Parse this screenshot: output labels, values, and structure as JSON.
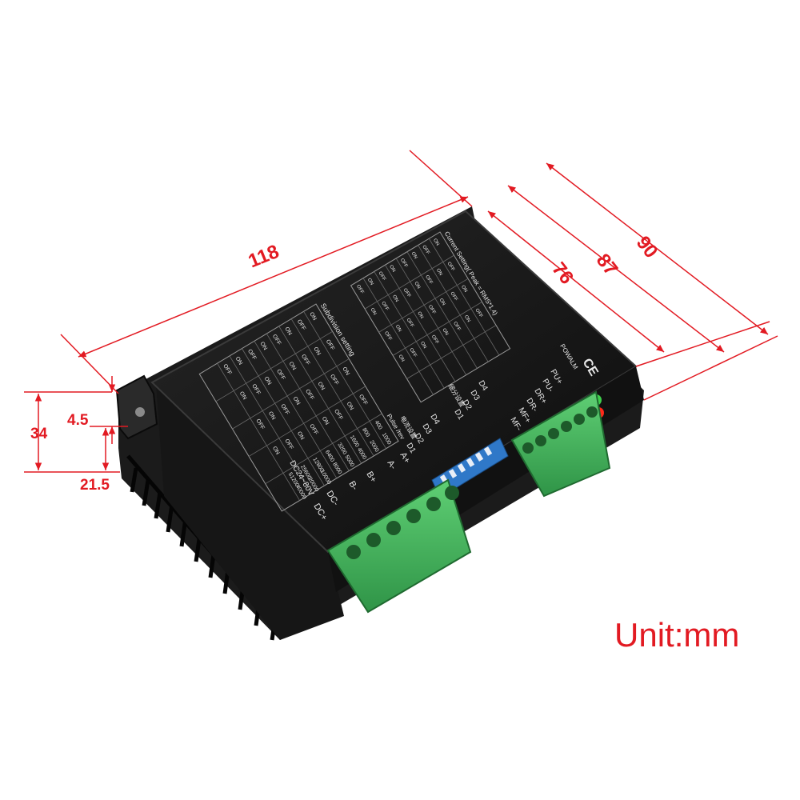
{
  "dimensions": {
    "length": "118",
    "width_outer": "90",
    "width_mid": "87",
    "width_inner": "76",
    "height_total": "34",
    "flange_thickness": "4.5",
    "body_height": "21.5"
  },
  "unit_label": "Unit:mm",
  "colors": {
    "dimension": "#e21a22",
    "housing": "#151515",
    "terminal": "#3fb35a",
    "dip_switch": "#2f78c8"
  },
  "board": {
    "current_header": "Current  Setting( Peak = RMS*1.4)",
    "subdivision_header": "Subdivision setting",
    "pulse_header": "Pulse /rev",
    "ce_mark": "CE",
    "power_alarm": "POWALM",
    "signal_labels": [
      "PU+",
      "PU-",
      "DR+",
      "DR-",
      "MF+",
      "MF-"
    ],
    "dip_group_a": [
      "D4",
      "D3",
      "D2",
      "D1"
    ],
    "dip_group_b": [
      "D4",
      "D3",
      "D2",
      "D1"
    ],
    "dip_caption_a": "细分设置",
    "dip_caption_b": "电流设置",
    "power_labels": [
      "A+",
      "A-",
      "B+",
      "B-",
      "DC-",
      "DC+"
    ],
    "voltage_label": "DC24~80V",
    "pulse_values": [
      "400",
      "800",
      "1600",
      "3200",
      "6400",
      "12800",
      "25600",
      "51200",
      "1000",
      "2000",
      "4000",
      "5000",
      "8000",
      "10000",
      "20000",
      "40000"
    ],
    "switch_states": [
      "ON",
      "OFF"
    ]
  }
}
